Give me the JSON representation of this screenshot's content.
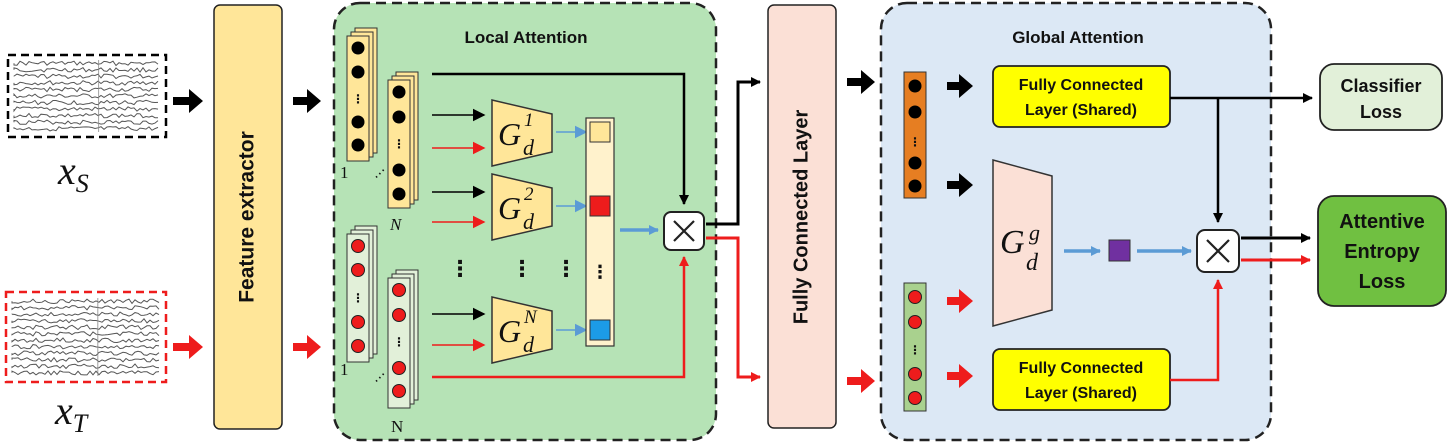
{
  "inputs": {
    "source_label": "x",
    "source_sub": "S",
    "target_label": "x",
    "target_sub": "T"
  },
  "feature_extractor": {
    "label": "Feature extractor"
  },
  "local_attention": {
    "title": "Local Attention",
    "index_first": "1",
    "index_last_source": "N",
    "index_last_target": "N",
    "discriminators": [
      {
        "base": "G",
        "sub": "d",
        "sup": "1"
      },
      {
        "base": "G",
        "sub": "d",
        "sup": "2"
      },
      {
        "base": "G",
        "sub": "d",
        "sup": "N"
      }
    ],
    "ellipsis": "⋮"
  },
  "fc_layer": {
    "label": "Fully Connected Layer"
  },
  "global_attention": {
    "title": "Global Attention",
    "fc_shared_top": [
      "Fully Connected",
      "Layer (Shared)"
    ],
    "fc_shared_bottom": [
      "Fully Connected",
      "Layer (Shared)"
    ],
    "discriminator": {
      "base": "G",
      "sub": "d",
      "sup": "g"
    }
  },
  "classifier_loss": {
    "lines": [
      "Classifier",
      "Loss"
    ]
  },
  "attentive_entropy_loss": {
    "lines": [
      "Attentive",
      "Entropy",
      "Loss"
    ]
  },
  "colors": {
    "source_arrow": "#000000",
    "target_arrow": "#ee1c1c",
    "weight_arrow": "#5b9bd5",
    "feature_extractor_fill": "#ffe699",
    "local_panel_fill": "#b6e3b6",
    "fc_fill": "#fbe0d6",
    "global_panel_fill": "#dce8f5",
    "shared_fc_fill": "#ffff00",
    "classifier_fill": "#e2f0d9",
    "entropy_fill": "#70c041",
    "weight_colors": [
      "#ffe699",
      "#ee1c1c",
      "#1c9be6"
    ],
    "global_weight_color": "#7030a0",
    "orange_vector": "#e67e22"
  }
}
